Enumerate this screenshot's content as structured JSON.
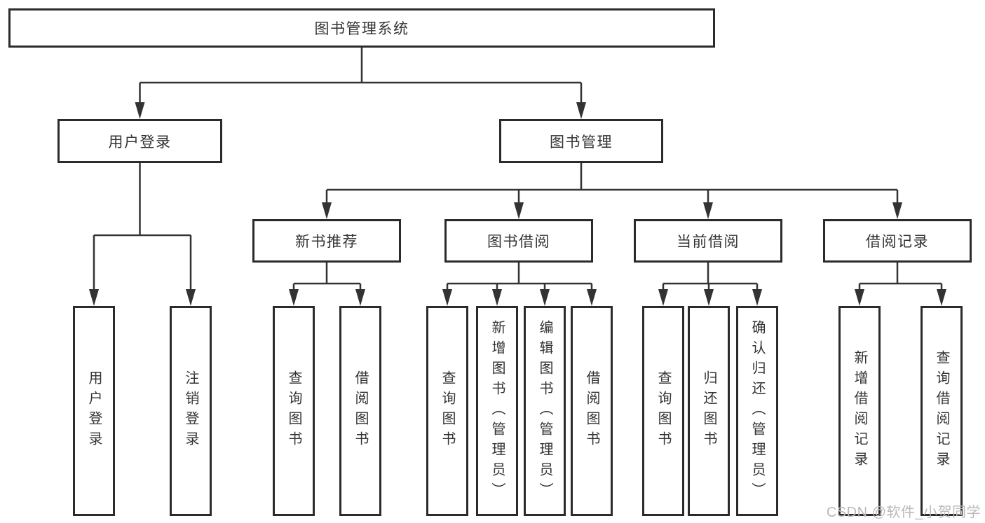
{
  "tree": {
    "root": {
      "label": "图书管理系统"
    },
    "branches": [
      {
        "label": "用户登录",
        "children": [
          {
            "label": "用户登录"
          },
          {
            "label": "注销登录"
          }
        ]
      },
      {
        "label": "图书管理",
        "groups": [
          {
            "label": "新书推荐",
            "children": [
              {
                "label": "查询图书"
              },
              {
                "label": "借阅图书"
              }
            ]
          },
          {
            "label": "图书借阅",
            "children": [
              {
                "label": "查询图书"
              },
              {
                "label": "新增图书（管理员）"
              },
              {
                "label": "编辑图书（管理员）"
              },
              {
                "label": "借阅图书"
              }
            ]
          },
          {
            "label": "当前借阅",
            "children": [
              {
                "label": "查询图书"
              },
              {
                "label": "归还图书"
              },
              {
                "label": "确认归还（管理员）"
              }
            ]
          },
          {
            "label": "借阅记录",
            "children": [
              {
                "label": "新增借阅记录"
              },
              {
                "label": "查询借阅记录"
              }
            ]
          }
        ]
      }
    ]
  },
  "watermark": {
    "text": "CSDN @软件_小贺同学"
  },
  "colors": {
    "line": "#333333",
    "border": "#2b2b2b",
    "text": "#333333",
    "watermark": "#b9b9b9",
    "background": "#ffffff"
  }
}
